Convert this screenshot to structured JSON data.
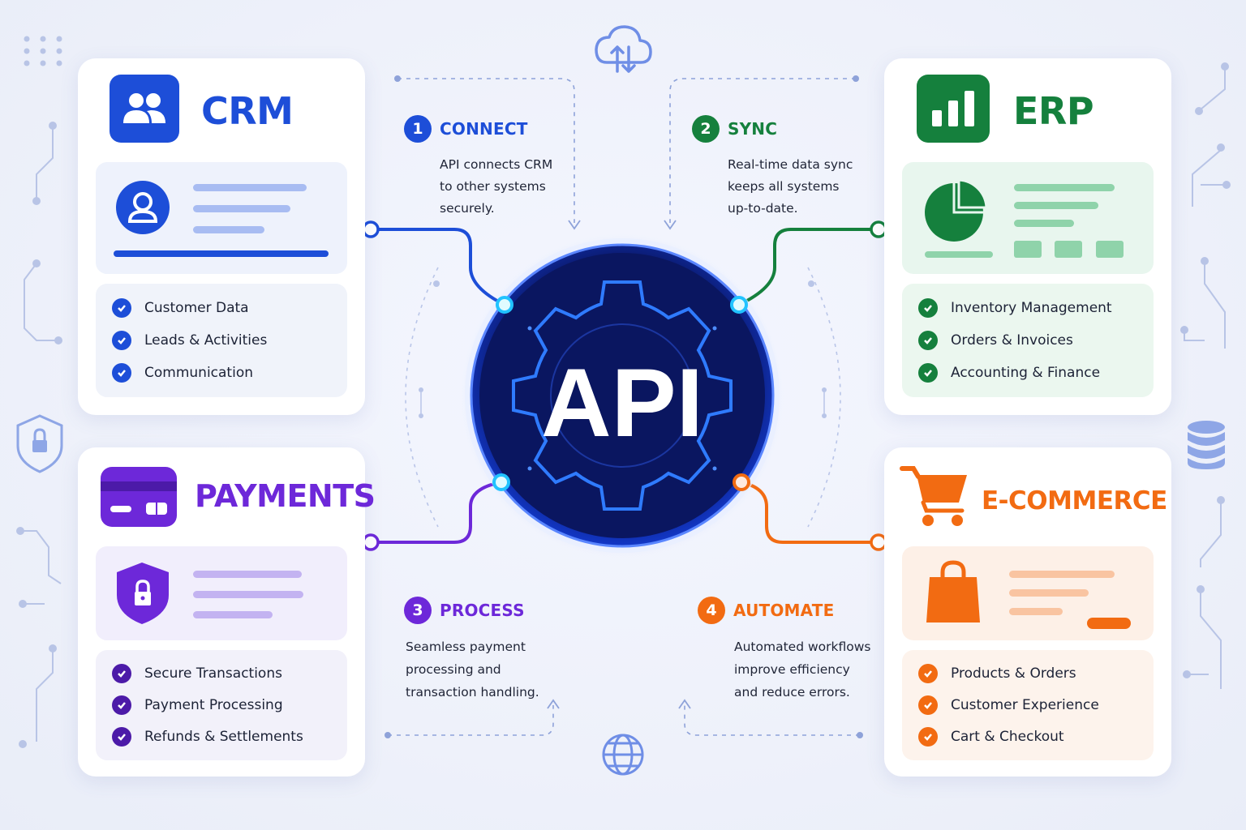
{
  "hub": {
    "label": "API"
  },
  "colors": {
    "crm": "#1d4ed8",
    "erp": "#15803d",
    "payments": "#6d28d9",
    "ecommerce": "#f26b12",
    "hub": "#0b1a6b"
  },
  "cards": {
    "crm": {
      "title": "CRM",
      "icon": "users-icon",
      "features": [
        "Customer Data",
        "Leads & Activities",
        "Communication"
      ]
    },
    "erp": {
      "title": "ERP",
      "icon": "bar-chart-icon",
      "features": [
        "Inventory Management",
        "Orders & Invoices",
        "Accounting & Finance"
      ]
    },
    "payments": {
      "title": "PAYMENTS",
      "icon": "credit-card-icon",
      "features": [
        "Secure Transactions",
        "Payment Processing",
        "Refunds & Settlements"
      ]
    },
    "ecommerce": {
      "title": "E-COMMERCE",
      "icon": "shopping-cart-icon",
      "features": [
        "Products & Orders",
        "Customer Experience",
        "Cart & Checkout"
      ]
    }
  },
  "steps": [
    {
      "num": "1",
      "title": "CONNECT",
      "desc": "API connects CRM\nto other systems\nsecurely."
    },
    {
      "num": "2",
      "title": "SYNC",
      "desc": "Real-time data sync\nkeeps all systems\nup-to-date."
    },
    {
      "num": "3",
      "title": "PROCESS",
      "desc": "Seamless payment\nprocessing and\ntransaction handling."
    },
    {
      "num": "4",
      "title": "AUTOMATE",
      "desc": "Automated workflows\nimprove efficiency\nand reduce errors."
    }
  ],
  "decor_icons": [
    "cloud-sync-icon",
    "globe-icon",
    "shield-lock-icon",
    "database-icon"
  ]
}
